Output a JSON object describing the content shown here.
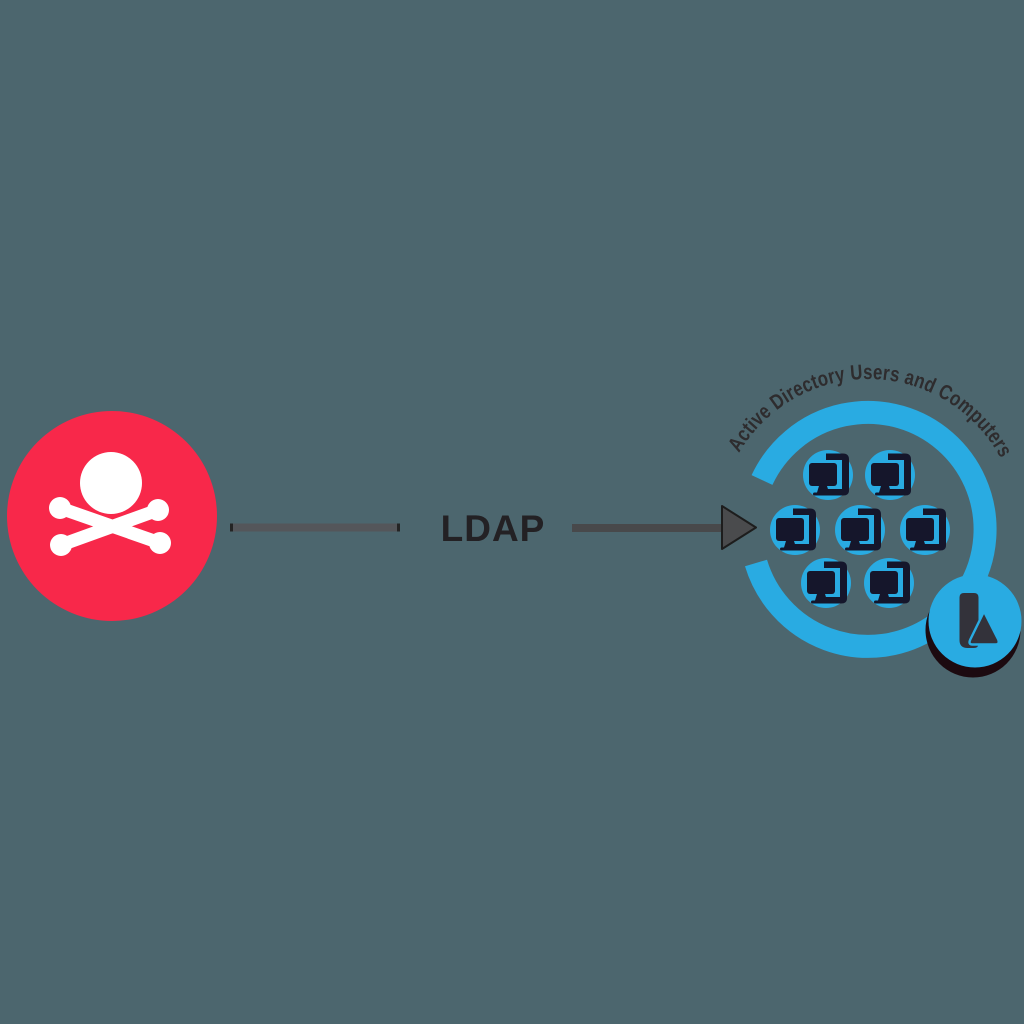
{
  "diagram": {
    "background_color": "#4C666E",
    "attacker": {
      "icon": "skull-and-crossbones",
      "circle_color": "#F8284A",
      "glyph_color": "#FFFFFF"
    },
    "connection": {
      "label": "LDAP",
      "direction": "left-to-right",
      "line_color": "#54565A",
      "arrow_color": "#4A4B4D"
    },
    "active_directory": {
      "title": "Active Directory Users and Computers",
      "ring_color": "#29ABE2",
      "node_color": "#29ABE2",
      "computer_icon_color": "#15162B",
      "computer_count": 7,
      "badge": {
        "icon": "l-with-triangle-logo",
        "circle_color": "#29ABE2",
        "glyph_color": "#33323A"
      }
    }
  }
}
